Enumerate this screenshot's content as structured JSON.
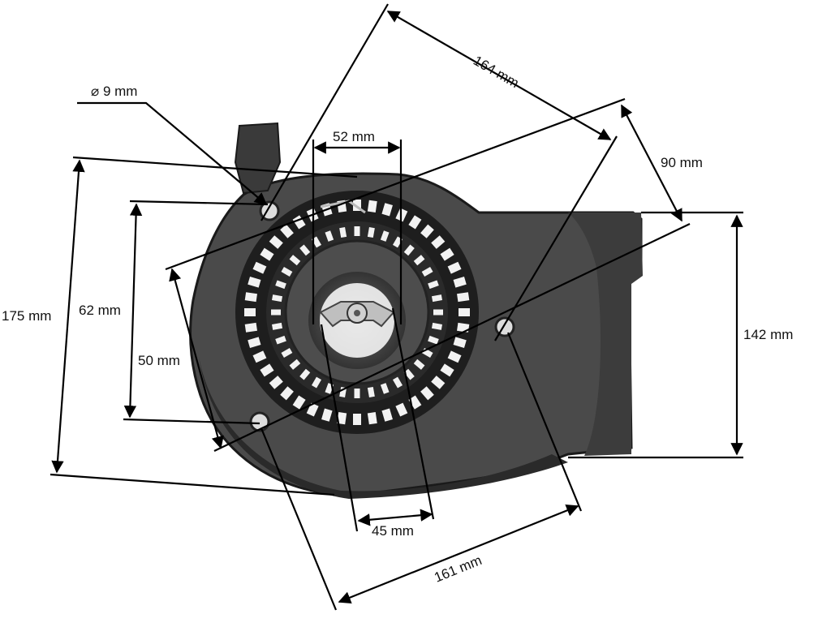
{
  "diagram": {
    "subject": "Recoil starter housing with dimensions",
    "colors": {
      "housing": "#4a4a4a",
      "housing_dark": "#262626",
      "line": "#000000",
      "background": "#ffffff"
    },
    "labels": {
      "hole_diameter": "⌀ 9 mm",
      "width_52": "52 mm",
      "diag_164": "164 mm",
      "diag_90": "90 mm",
      "height_175": "175 mm",
      "height_62": "62 mm",
      "diag_50": "50 mm",
      "height_142": "142 mm",
      "width_45": "45 mm",
      "diag_161": "161 mm"
    }
  }
}
